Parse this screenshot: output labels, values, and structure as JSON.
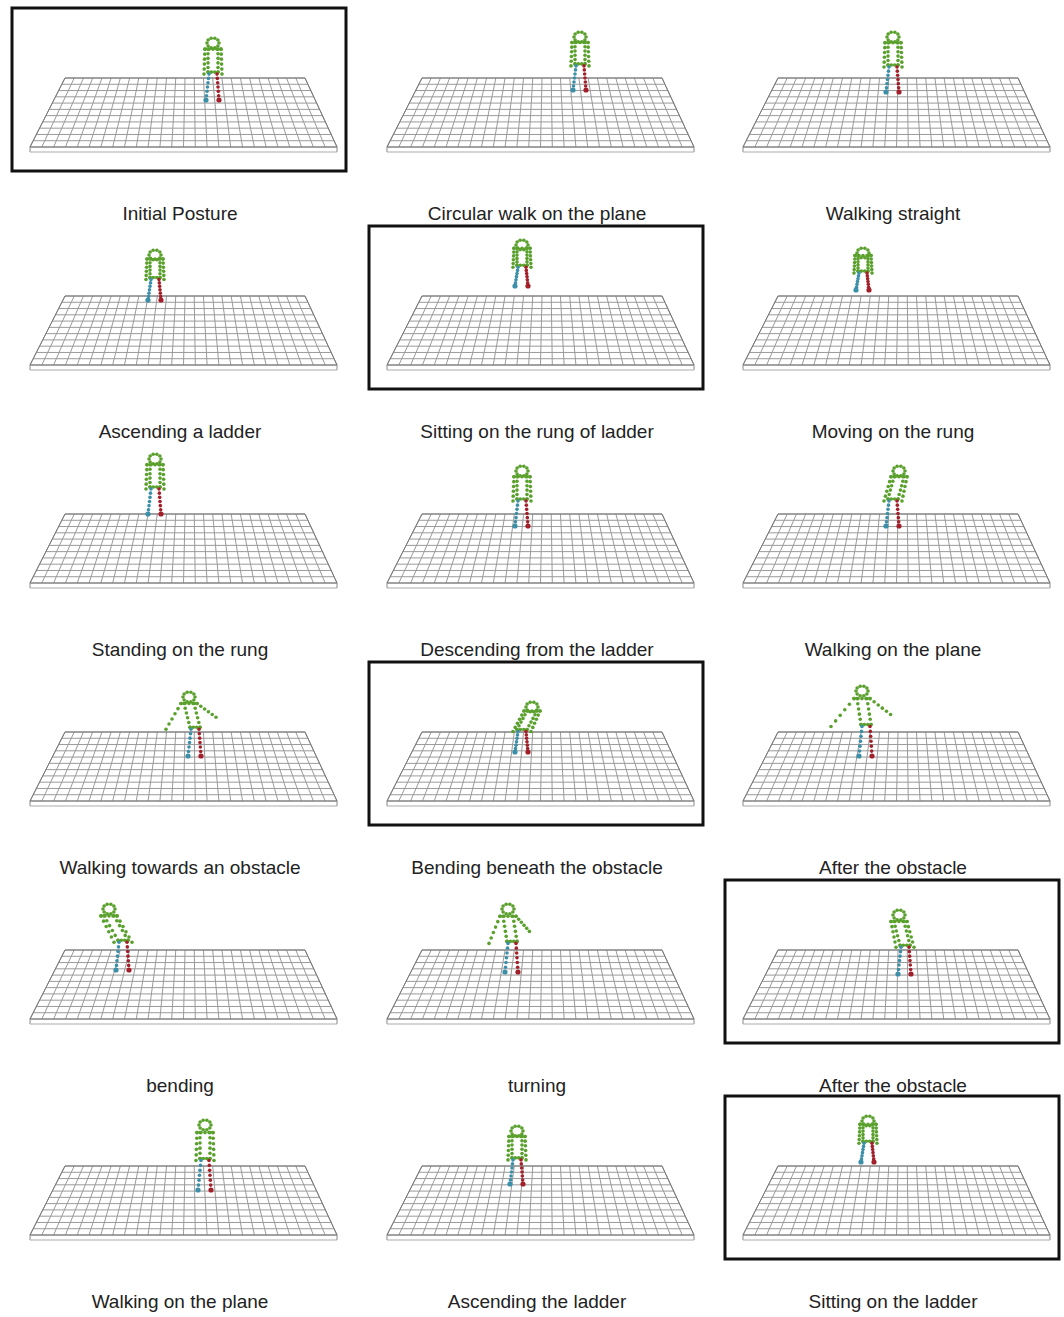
{
  "diagram": {
    "labels": [
      "Initial Posture",
      "Circular walk on the plane",
      "Walking straight",
      "Ascending a ladder",
      "Sitting on the rung of ladder",
      "Moving on the rung",
      "Standing on the rung",
      "Descending from the ladder",
      "Walking on the plane",
      "Walking towards an obstacle",
      "Bending beneath the obstacle",
      "After the obstacle",
      "bending",
      "turning",
      "After the obstacle",
      "Walking on the plane",
      "Ascending the ladder",
      "Sitting on the ladder"
    ]
  }
}
